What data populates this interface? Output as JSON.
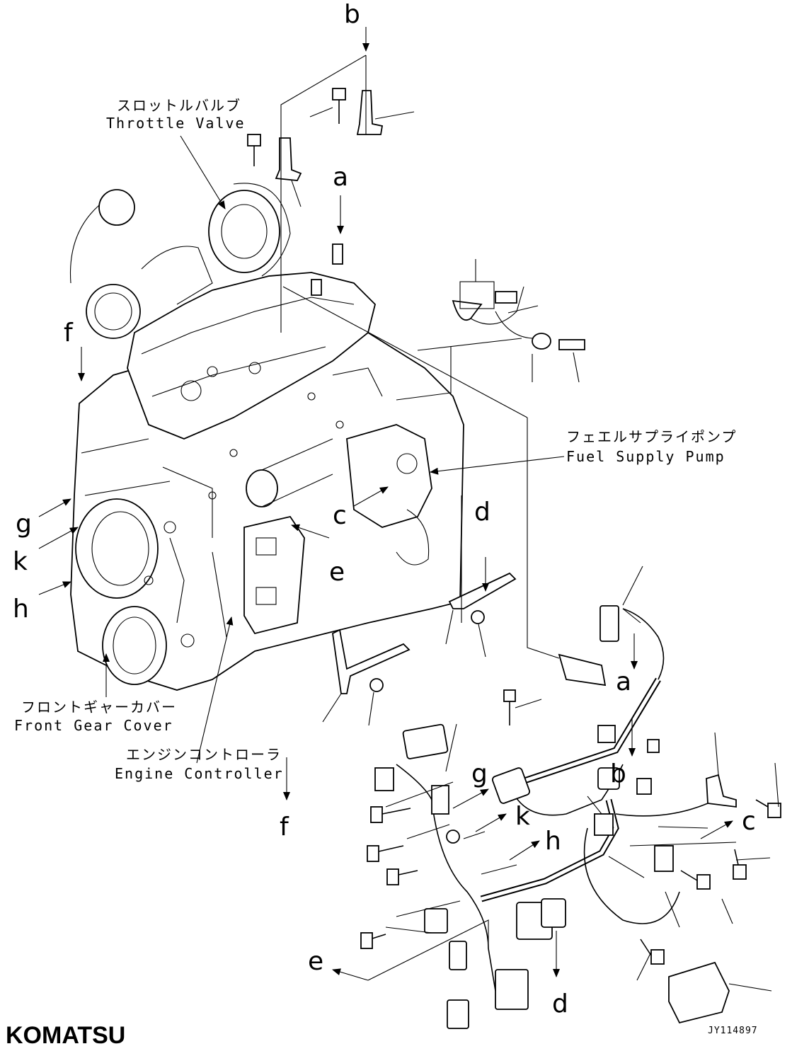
{
  "callouts": {
    "throttle_valve_ja": "スロットルバルブ",
    "throttle_valve_en": "Throttle Valve",
    "fuel_supply_pump_ja": "フェエルサプライポンプ",
    "fuel_supply_pump_en": "Fuel Supply Pump",
    "front_gear_cover_ja": "フロントギャーカバー",
    "front_gear_cover_en": "Front Gear Cover",
    "engine_controller_ja": "エンジンコントローラ",
    "engine_controller_en": "Engine Controller"
  },
  "letters": {
    "a": "a",
    "b": "b",
    "c": "c",
    "d": "d",
    "e": "e",
    "f": "f",
    "g": "g",
    "h": "h",
    "k": "k"
  },
  "footer": {
    "brand": "KOMATSU",
    "drawing_code": "JY114897"
  }
}
